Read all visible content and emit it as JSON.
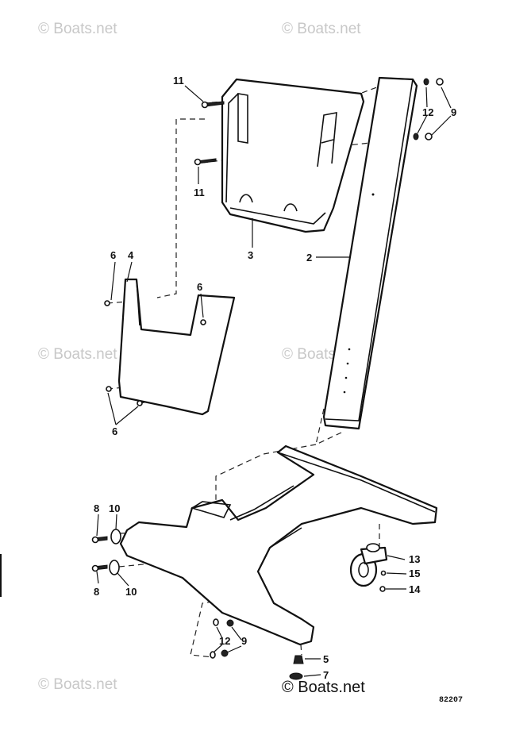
{
  "watermark": "© Boats.net",
  "figure_code": "82207",
  "callouts": {
    "c11a": "11",
    "c11b": "11",
    "c12a": "12",
    "c9a": "9",
    "c3": "3",
    "c2": "2",
    "c4": "4",
    "c6a": "6",
    "c6b": "6",
    "c6c": "6",
    "c8a": "8",
    "c10a": "10",
    "c8b": "8",
    "c10b": "10",
    "c13": "13",
    "c15": "15",
    "c14": "14",
    "c12b": "12",
    "c9b": "9",
    "c5": "5",
    "c7": "7"
  }
}
